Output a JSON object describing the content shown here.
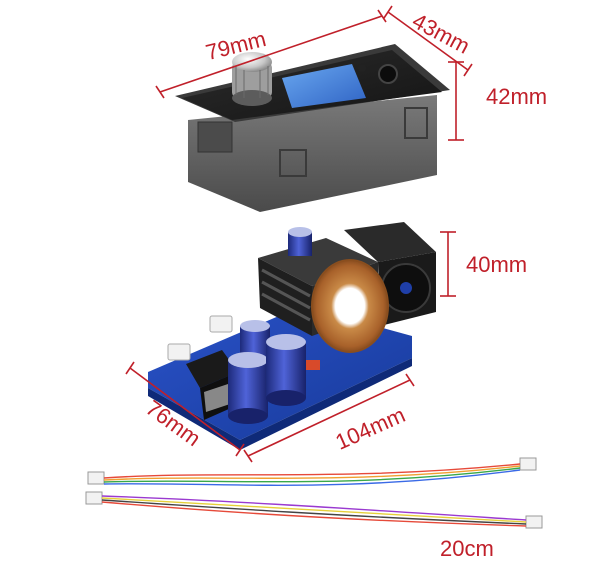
{
  "dimensions": {
    "panel_width": "79mm",
    "panel_depth": "43mm",
    "panel_height": "42mm",
    "board_height": "40mm",
    "board_length": "104mm",
    "board_width": "76mm",
    "cable_length": "20cm"
  },
  "colors": {
    "dimension_lines": "#c0202a",
    "panel_housing": "#5a5a5a",
    "pcb": "#1f3fa8",
    "heatsink": "#2b2b2b",
    "copper_coil": "#b8743a",
    "lcd": "#3f7fd6"
  },
  "icons": {
    "knob": "rotary-knob",
    "coil": "toroid-inductor"
  }
}
